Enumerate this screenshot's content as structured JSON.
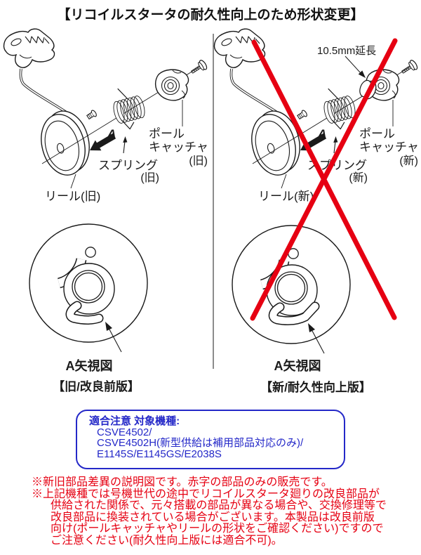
{
  "title": "【リコイルスタータの耐久性向上のため形状変更】",
  "colors": {
    "red_accent": "#e60012",
    "blue_accent": "#2428c8",
    "line_ink": "#1a1a1a"
  },
  "left_panel": {
    "pole_catcher_line1": "ポール",
    "pole_catcher_line2": "キャッチャ",
    "pole_catcher_suffix": "(旧)",
    "spring_label": "スプリング",
    "spring_suffix": "(旧)",
    "reel_label": "リール(旧)",
    "view_arrow_letter": "A",
    "view_caption": "A矢視図",
    "panel_caption": "【旧/改良前版】"
  },
  "right_panel": {
    "extension_note": "10.5mm延長",
    "pole_catcher_line1": "ポール",
    "pole_catcher_line2": "キャッチャ",
    "pole_catcher_suffix": "(新)",
    "spring_label": "スプリング",
    "spring_suffix": "(新)",
    "reel_label": "リール(新)",
    "view_arrow_letter": "A",
    "view_caption": "A矢視図",
    "panel_caption": "【新/耐久性向上版】"
  },
  "notice_box": {
    "heading": "適合注意 対象機種:",
    "lines": [
      "CSVE4502/",
      "CSVE4502H(新型供給は補用部品対応のみ)/",
      "E1145S/E1145GS/E2038S"
    ]
  },
  "footnotes": {
    "lines": [
      "※新旧部品差異の説明図です。赤字の部品のみの販売です。",
      "※上記機種では号機世代の途中でリコイルスタータ廻りの改良部品が",
      "供給された関係で、元々搭載の部品が異なる場合や、交換修理等で",
      "改良部品に換装されている場合がございます。本製品は改良前版",
      "向け(ポールキャッチャやリールの形状をご確認ください)ですので",
      "ご注意ください(耐久性向上版には適合不可)。"
    ]
  }
}
